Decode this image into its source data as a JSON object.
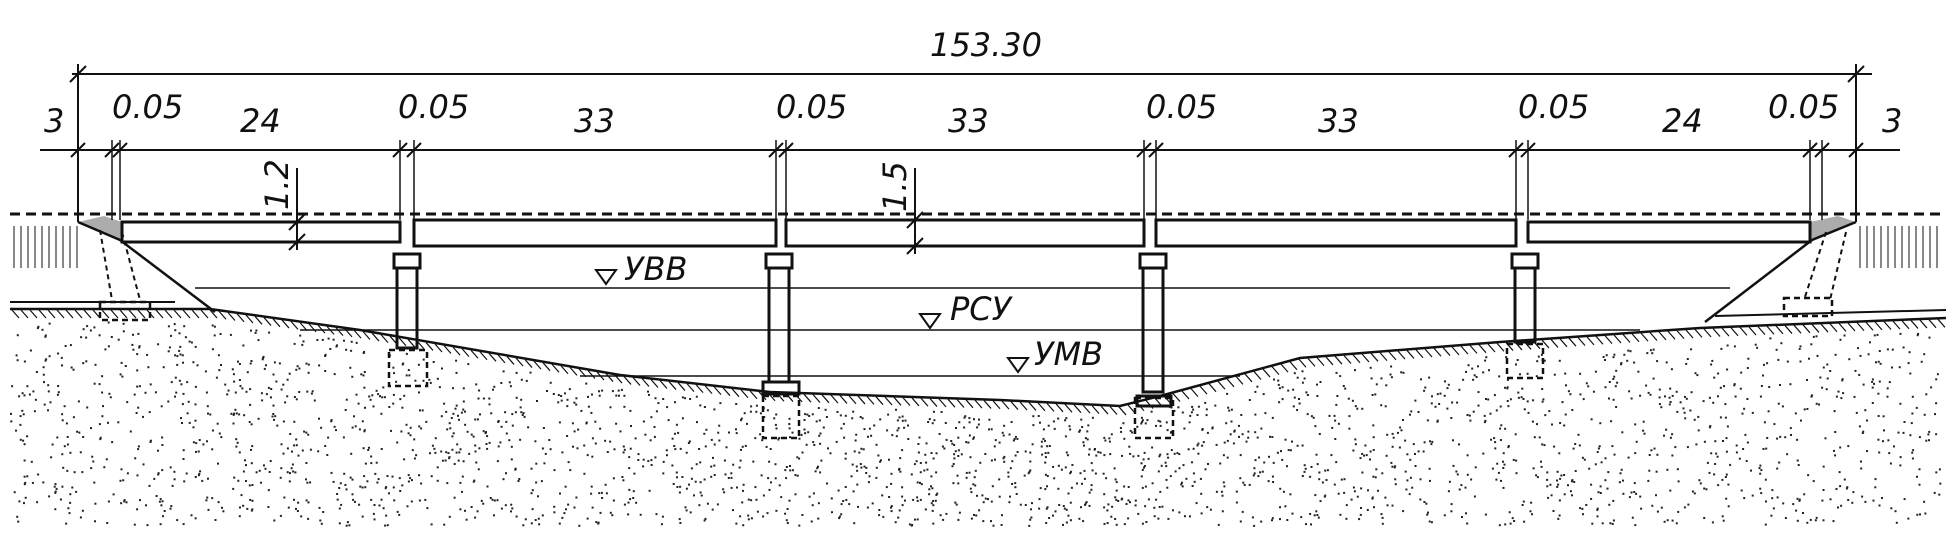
{
  "drawing": {
    "total_length": "153.30",
    "span_dims": [
      {
        "label": "3"
      },
      {
        "label": "0.05"
      },
      {
        "label": "24"
      },
      {
        "label": "0.05"
      },
      {
        "label": "33"
      },
      {
        "label": "0.05"
      },
      {
        "label": "33"
      },
      {
        "label": "0.05"
      },
      {
        "label": "33"
      },
      {
        "label": "0.05"
      },
      {
        "label": "24"
      },
      {
        "label": "0.05"
      },
      {
        "label": "3"
      }
    ],
    "beam_heights": [
      {
        "label": "1.2"
      },
      {
        "label": "1.5"
      }
    ],
    "water_levels": [
      {
        "label": "УВВ"
      },
      {
        "label": "РСУ"
      },
      {
        "label": "УМВ"
      }
    ]
  },
  "colors": {
    "line": "#111111",
    "background": "#ffffff"
  }
}
